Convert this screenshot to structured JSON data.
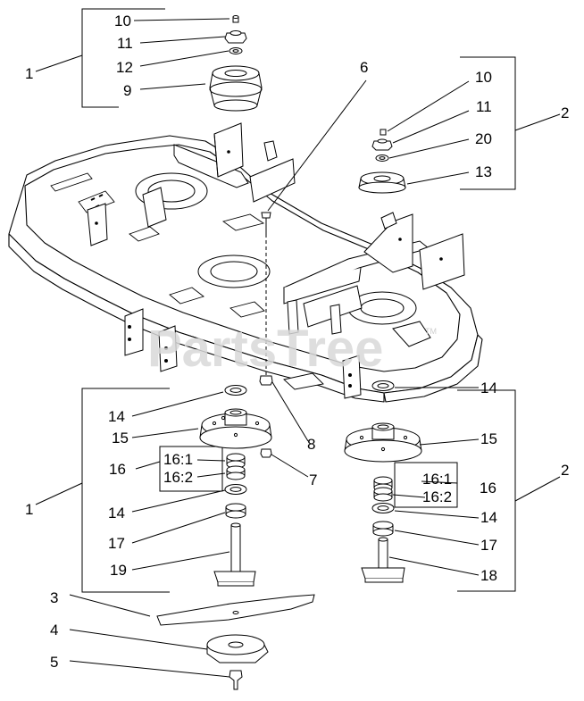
{
  "watermark": {
    "text": "PartsTree",
    "trademark": "TM"
  },
  "callouts": {
    "c1_top": "1",
    "c1_bottom": "1",
    "c2_top": "2",
    "c2_mid": "2",
    "c3": "3",
    "c4": "4",
    "c5": "5",
    "c6": "6",
    "c7": "7",
    "c8": "8",
    "c9": "9",
    "c10_a": "10",
    "c10_b": "10",
    "c11_a": "11",
    "c11_b": "11",
    "c12": "12",
    "c13": "13",
    "c14_a": "14",
    "c14_b": "14",
    "c14_c": "14",
    "c14_d": "14",
    "c15_a": "15",
    "c15_b": "15",
    "c16_a": "16",
    "c16_b": "16",
    "c16_1a": "16:1",
    "c16_2a": "16:2",
    "c16_1b": "16:1",
    "c16_2b": "16:2",
    "c17_a": "17",
    "c17_b": "17",
    "c18": "18",
    "c19": "19",
    "c20": "20"
  }
}
